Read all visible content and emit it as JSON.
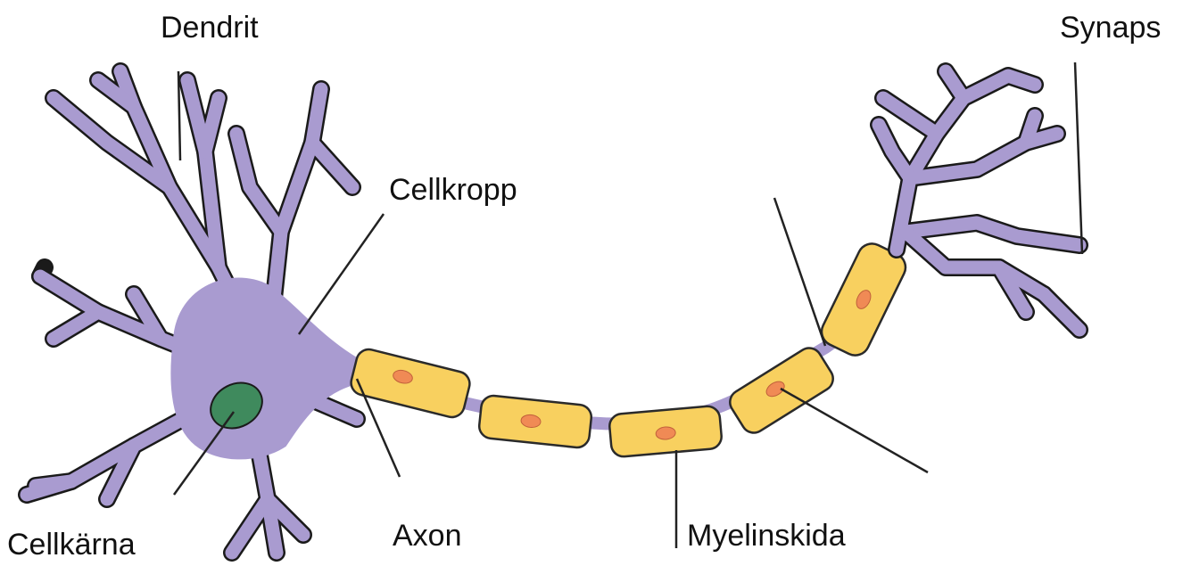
{
  "labels": {
    "dendrit": "Dendrit",
    "synaps": "Synaps",
    "cellkropp": "Cellkropp",
    "axon": "Axon",
    "myelinskida": "Myelinskida",
    "cellkarna": "Cellkärna"
  },
  "colors": {
    "neuron_fill": "#a99bd0",
    "neuron_stroke": "#1a1a1a",
    "nucleus_fill": "#3f8a5d",
    "myelin_fill": "#f8d05f",
    "myelin_stroke": "#2a2a2a",
    "node_fill": "#f08a55",
    "leader_line": "#222222"
  }
}
